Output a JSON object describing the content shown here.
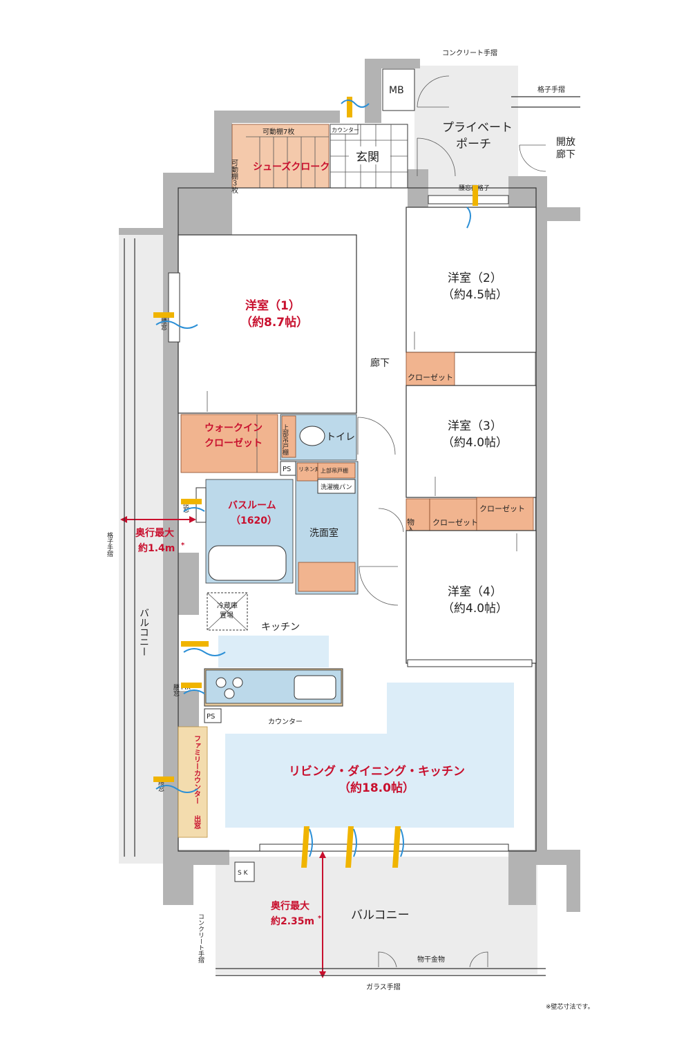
{
  "labels": {
    "concrete_rail_top": "コンクリート手摺",
    "mb": "MB",
    "lattice_rail_right": "格子手摺",
    "private_porch_1": "プライベート",
    "private_porch_2": "ポーチ",
    "open_corridor_1": "開放",
    "open_corridor_2": "廊下",
    "counter_entry": "カウンター",
    "shelf_7": "可動棚7枚",
    "shelf_3": "可動棚３枚",
    "shoes_cloak": "シューズクローク",
    "genkan": "玄関",
    "window_lattice": "腰窓面格子",
    "room1_name": "洋室（1）",
    "room1_size": "（約8.7帖）",
    "room2_name": "洋室（2）",
    "room2_size": "（約4.5帖）",
    "room3_name": "洋室（3）",
    "room3_size": "（約4.0帖）",
    "room4_name": "洋室（4）",
    "room4_size": "（約4.0帖）",
    "closet": "クローゼット",
    "corridor": "廊下",
    "walkin_1": "ウォークイン",
    "walkin_2": "クローゼット",
    "toilet": "トイレ",
    "upper_shelf": "上部吊戸棚",
    "linen": "リネン庫",
    "washer_pan": "洗濯機パン",
    "ps": "PS",
    "bathroom": "バスルーム",
    "bathroom_size": "（1620）",
    "washroom": "洗面室",
    "storage": "物入",
    "koshimado": "腰窓",
    "depth_max": "奥行最大",
    "depth_left": "約1.4m",
    "asterisk": "*",
    "lattice_rail_left": "格子手摺",
    "balcony_left": "バルコニー",
    "fridge_1": "冷蔵庫",
    "fridge_2": "置場",
    "kitchen": "キッチン",
    "fix": "FIX",
    "counter_kitchen": "カウンター",
    "family_counter": "ファミリーカウンター",
    "demado": "出窓",
    "ldk_name": "リビング・ダイニング・キッチン",
    "ldk_size": "（約18.0帖）",
    "sk": "S K",
    "concrete_rail_left": "コンクリート手摺",
    "depth_bottom": "約2.35m",
    "balcony_bottom": "バルコニー",
    "drying_rack": "物干金物",
    "glass_rail": "ガラス手摺",
    "note": "※壁芯寸法です。"
  },
  "colors": {
    "accent_red": "#c8102e",
    "closet_orange": "#f1b48f",
    "wet_blue": "#bcd9ea",
    "living_blue": "#dcedf8",
    "wall_gray": "#b3b3b3",
    "breeze_yellow": "#f0b400",
    "breeze_blue": "#2b8fd6"
  }
}
